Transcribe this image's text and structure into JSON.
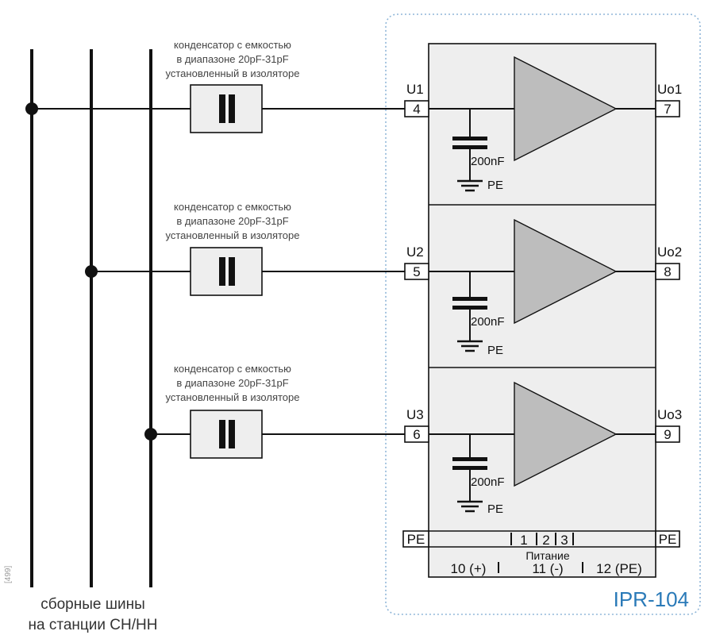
{
  "capacitor_note": [
    "конденсатор с емкостью",
    "в диапазоне 20pF-31pF",
    "установленный в изоляторе"
  ],
  "channels": [
    {
      "in_label": "U1",
      "in_pin": "4",
      "out_label": "Uo1",
      "out_pin": "7",
      "cap_value": "200nF",
      "ground_label": "PE"
    },
    {
      "in_label": "U2",
      "in_pin": "5",
      "out_label": "Uo2",
      "out_pin": "8",
      "cap_value": "200nF",
      "ground_label": "PE"
    },
    {
      "in_label": "U3",
      "in_pin": "6",
      "out_label": "Uo3",
      "out_pin": "9",
      "cap_value": "200nF",
      "ground_label": "PE"
    }
  ],
  "pe_label_left": "PE",
  "pe_label_right": "PE",
  "power": {
    "pins": [
      "1",
      "2",
      "3"
    ],
    "title": "Питание",
    "terminals": [
      "10 (+)",
      "11 (-)",
      "12 (PE)"
    ]
  },
  "device_name": "IPR-104",
  "busbar_caption": [
    "сборные шины",
    "на станции СН/НН"
  ],
  "side_tag": "[499]",
  "colors": {
    "accent": "#2a7ab8",
    "amp_fill": "#bdbdbd",
    "block_fill": "#eeeeee",
    "border": "#8fb6d8"
  }
}
